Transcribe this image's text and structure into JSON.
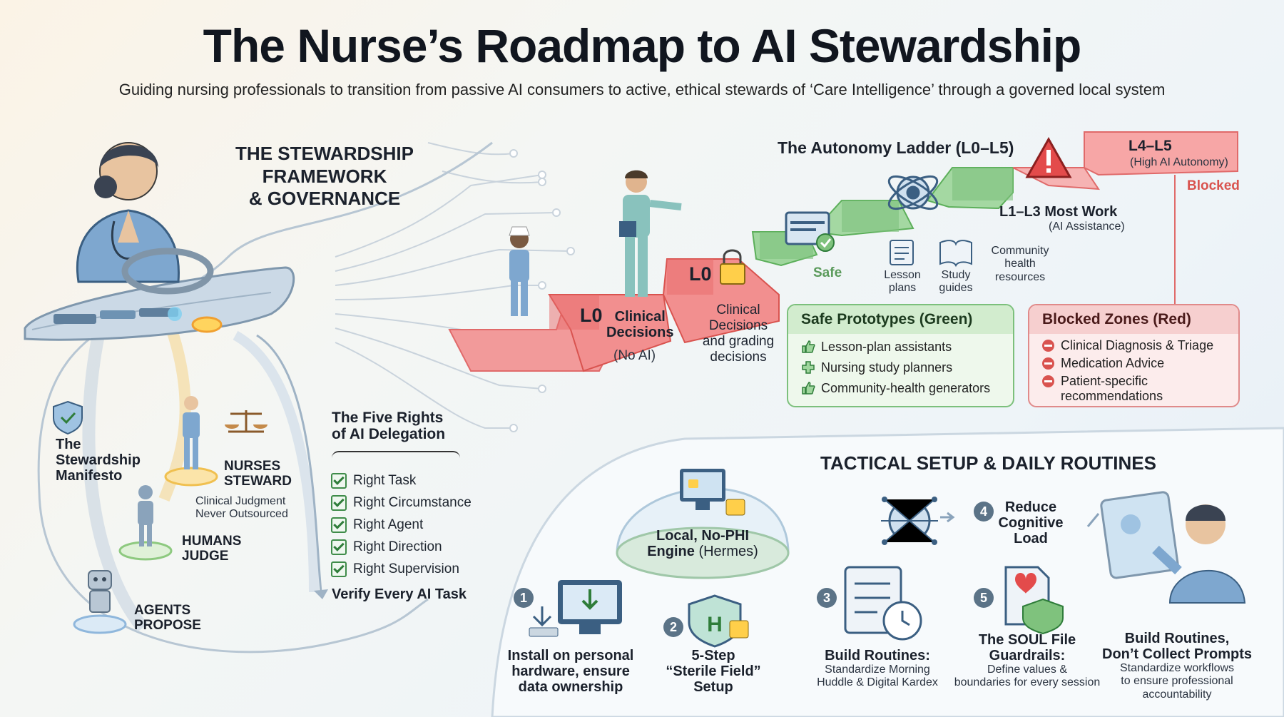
{
  "title": "The Nurse’s Roadmap to AI Stewardship",
  "subtitle": "Guiding nursing professionals to transition from passive AI consumers to active, ethical stewards of ‘Care Intelligence’ through a governed local system",
  "framework": {
    "title_lines": [
      "THE STEWARDSHIP",
      "FRAMEWORK",
      "& GOVERNANCE"
    ],
    "manifesto_lines": [
      "The",
      "Stewardship",
      "Manifesto"
    ],
    "nurses_steward_lines": [
      "NURSES",
      "STEWARD"
    ],
    "clinical_judgment_lines": [
      "Clinical Judgment",
      "Never Outsourced"
    ],
    "humans_judge_lines": [
      "HUMANS",
      "JUDGE"
    ],
    "agents_propose_lines": [
      "AGENTS",
      "PROPOSE"
    ]
  },
  "five_rights": {
    "title_lines": [
      "The Five Rights",
      "of AI Delegation"
    ],
    "items": [
      "Right Task",
      "Right Circumstance",
      "Right Agent",
      "Right Direction",
      "Right Supervision"
    ],
    "footer": "Verify Every AI Task"
  },
  "ladder": {
    "title": "The Autonomy Ladder (L0–L5)",
    "l0_step_code": "L0",
    "l0_step_lines": [
      "Clinical",
      "Decisions"
    ],
    "no_ai": "(No AI)",
    "l0_lock_code": "L0",
    "l0_note_lines": [
      "Clinical",
      "Decisions",
      "and grading",
      "decisions"
    ],
    "safe": "Safe",
    "lesson_plans_lines": [
      "Lesson",
      "plans"
    ],
    "study_guides_lines": [
      "Study",
      "guides"
    ],
    "community_lines": [
      "Community",
      "health",
      "resources"
    ],
    "l1l3": "L1–L3 Most Work",
    "l1l3_sub": "(AI Assistance)",
    "l4l5": "L4–L5",
    "l4l5_sub": "(High AI Autonomy)",
    "blocked": "Blocked"
  },
  "safe_prototypes": {
    "title": "Safe Prototypes (Green)",
    "items": [
      "Lesson-plan assistants",
      "Nursing study planners",
      "Community-health generators"
    ]
  },
  "blocked_zones": {
    "title": "Blocked Zones (Red)",
    "items": [
      "Clinical Diagnosis & Triage",
      "Medication Advice",
      "Patient-specific recommendations"
    ]
  },
  "tactical": {
    "title": "TACTICAL SETUP & DAILY ROUTINES",
    "engine_lines": [
      "Local, No-PHI",
      "Engine"
    ],
    "engine_name": "(Hermes)",
    "steps": [
      {
        "num": "1",
        "lines": [
          "Install on personal",
          "hardware, ensure",
          "data ownership"
        ]
      },
      {
        "num": "2",
        "lines": [
          "5-Step",
          "“Sterile Field”",
          "Setup"
        ]
      },
      {
        "num": "3",
        "title": "Build Routines:",
        "desc_lines": [
          "Standardize Morning",
          "Huddle & Digital Kardex"
        ]
      },
      {
        "num": "4",
        "lines": [
          "Reduce",
          "Cognitive",
          "Load"
        ]
      },
      {
        "num": "5",
        "title_lines": [
          "The SOUL File",
          "Guardrails:"
        ],
        "desc_lines": [
          "Define values &",
          "boundaries for every session"
        ]
      }
    ],
    "final_title_lines": [
      "Build Routines,",
      "Don’t Collect Prompts"
    ],
    "final_desc_lines": [
      "Standardize workflows",
      "to ensure professional",
      "accountability"
    ]
  },
  "colors": {
    "green": "#8fd08d",
    "red": "#ef7b7b",
    "accent": "#5b7387",
    "nurse_scrubs": "#7ea7cf"
  }
}
